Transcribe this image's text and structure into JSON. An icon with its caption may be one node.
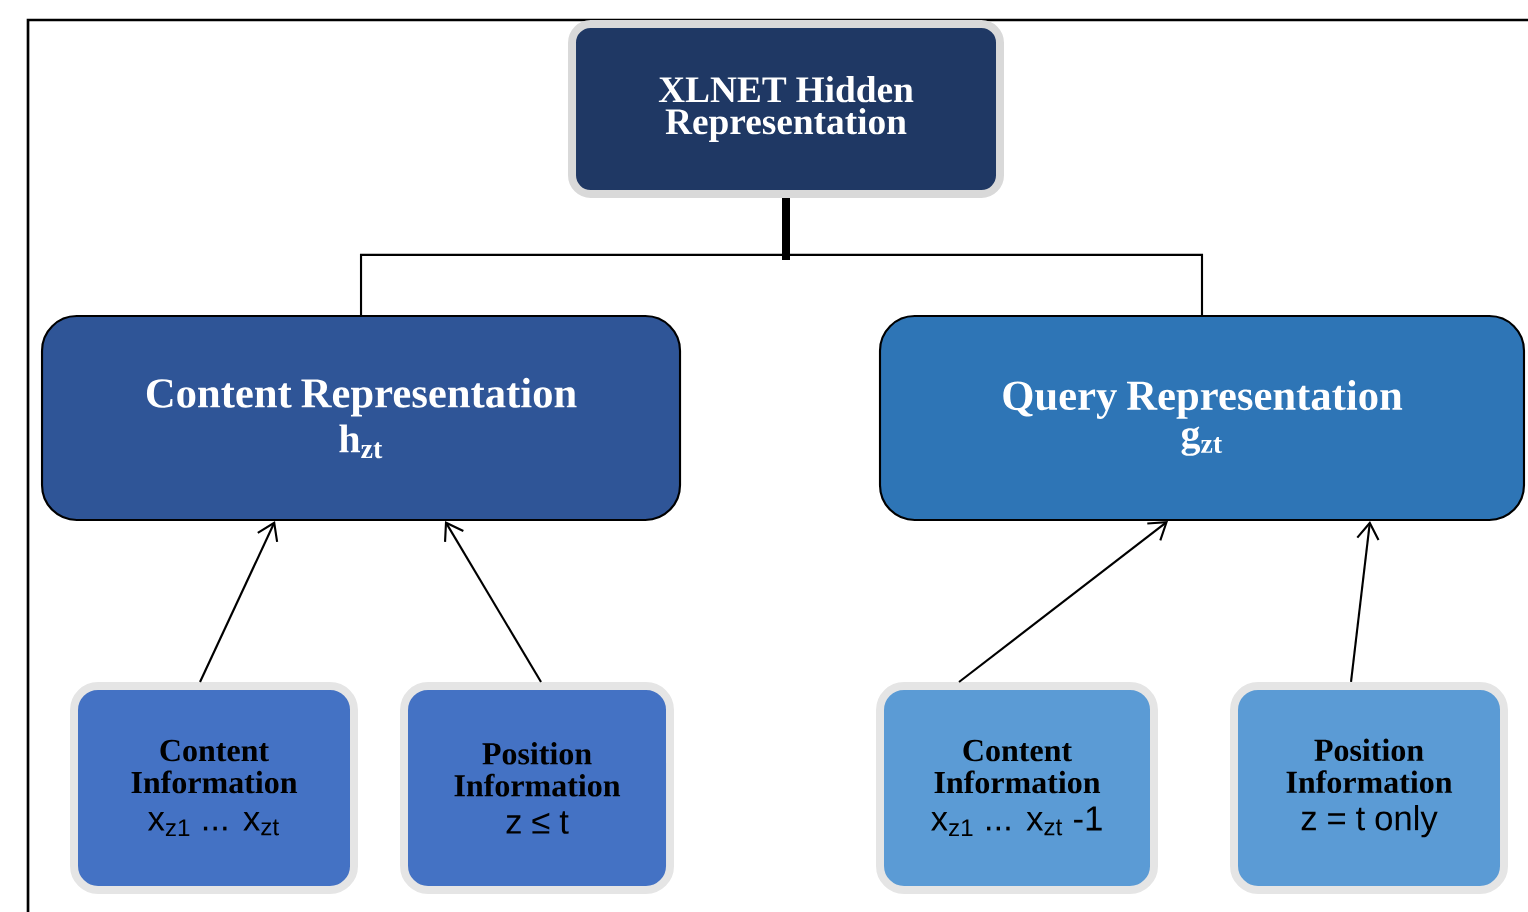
{
  "diagram": {
    "nodes": [
      {
        "text": [
          "XLNET Hidden Representation"
        ]
      },
      {
        "text": [
          "Content Representation",
          "h$_{zt}$"
        ]
      },
      {
        "text": [
          "Query Representation",
          "g$_{zt}$"
        ]
      },
      {
        "text": [
          "Content Information",
          "x$_{z1}$ ... x$_{zt}$"
        ]
      },
      {
        "text": [
          "Position Information",
          "z ≤ t"
        ]
      },
      {
        "text": [
          "Content Information",
          "x$_{z1}$ ... x$_{zt}$ -1"
        ]
      },
      {
        "text": [
          "Position Information",
          "z = t only"
        ]
      }
    ],
    "edges": [
      {
        "from": 0,
        "to": 1,
        "arrow": "none"
      },
      {
        "from": 0,
        "to": 2,
        "arrow": "none"
      },
      {
        "from": 3,
        "to": 1,
        "arrow": "to"
      },
      {
        "from": 4,
        "to": 1,
        "arrow": "to"
      },
      {
        "from": 5,
        "to": 2,
        "arrow": "to"
      },
      {
        "from": 6,
        "to": 2,
        "arrow": "to"
      }
    ]
  }
}
